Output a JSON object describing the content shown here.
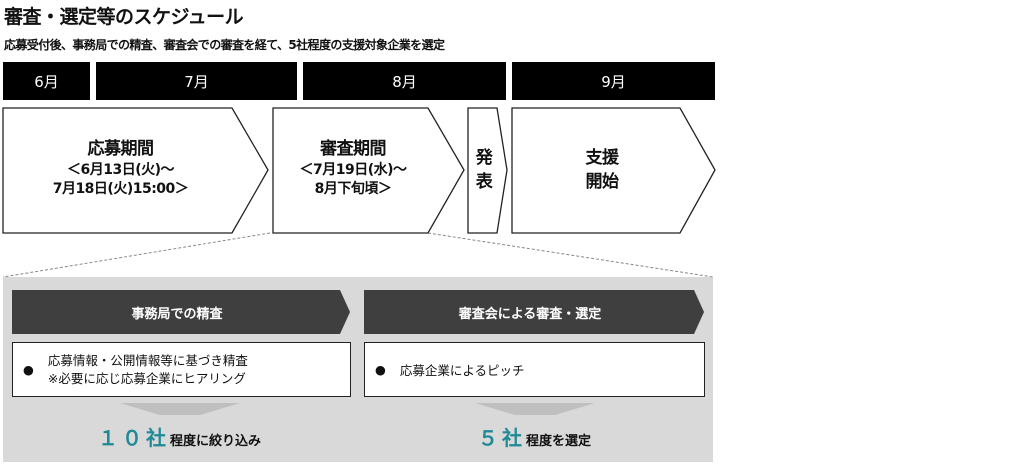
{
  "title": "審査・選定等のスケジュール",
  "subtitle": "応募受付後、事務局での精査、審査会での審査を経て、5社程度の支援対象企業を選定",
  "months": [
    "6月",
    "7月",
    "8月",
    "9月"
  ],
  "phases": [
    {
      "heading": "応募期間",
      "lines": [
        "＜6月13日(火)～",
        "7月18日(火)15:00＞"
      ]
    },
    {
      "heading": "審査期間",
      "lines": [
        "＜7月19日(水)～",
        "8月下旬頃＞"
      ]
    },
    {
      "lines": [
        "発",
        "表"
      ]
    },
    {
      "lines": [
        "支援",
        "開始"
      ]
    }
  ],
  "details": [
    {
      "header": "事務局での精査",
      "bullet": "●",
      "lines": [
        "応募情報・公開情報等に基づき精査",
        "※必要に応じ応募企業にヒアリング"
      ],
      "result_number": "１０社",
      "result_text": "程度に絞り込み"
    },
    {
      "header": "審査会による審査・選定",
      "bullet": "●",
      "lines": [
        "応募企業によるピッチ"
      ],
      "result_number": "５社",
      "result_text": "程度を選定"
    }
  ],
  "colors": {
    "accent": "#1f8a96",
    "dark": "#3f3f3f",
    "panel": "#d9d9d9"
  }
}
